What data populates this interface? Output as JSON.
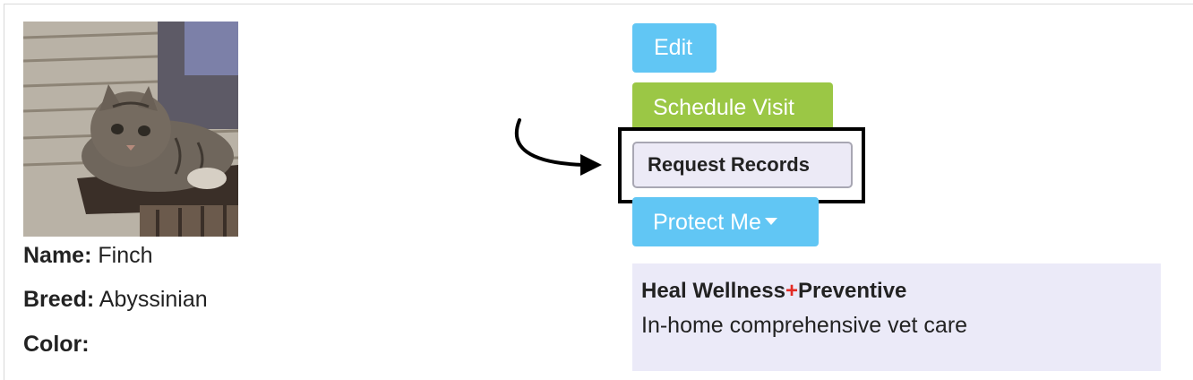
{
  "pet": {
    "photo_alt": "kitten photo",
    "name_label": "Name:",
    "name_value": "Finch",
    "breed_label": "Breed:",
    "breed_value": "Abyssinian",
    "color_label": "Color:",
    "color_value": ""
  },
  "actions": {
    "edit_label": "Edit",
    "schedule_label": "Schedule Visit",
    "request_label": "Request Records",
    "protect_label": "Protect Me"
  },
  "promo": {
    "title_part1": "Heal Wellness",
    "title_plus": "+",
    "title_part2": "Preventive",
    "subtitle": "In-home comprehensive vet care"
  },
  "icons": {
    "pointer": "curved-arrow-icon",
    "dropdown": "caret-down-icon"
  },
  "colors": {
    "edit_button": "#61c6f4",
    "schedule_button": "#9bc745",
    "protect_button": "#61c6f4",
    "request_button": "#eceaf6",
    "promo_background": "#ebeaf8",
    "plus_sign": "#e32b24",
    "highlight_border": "#000000"
  }
}
